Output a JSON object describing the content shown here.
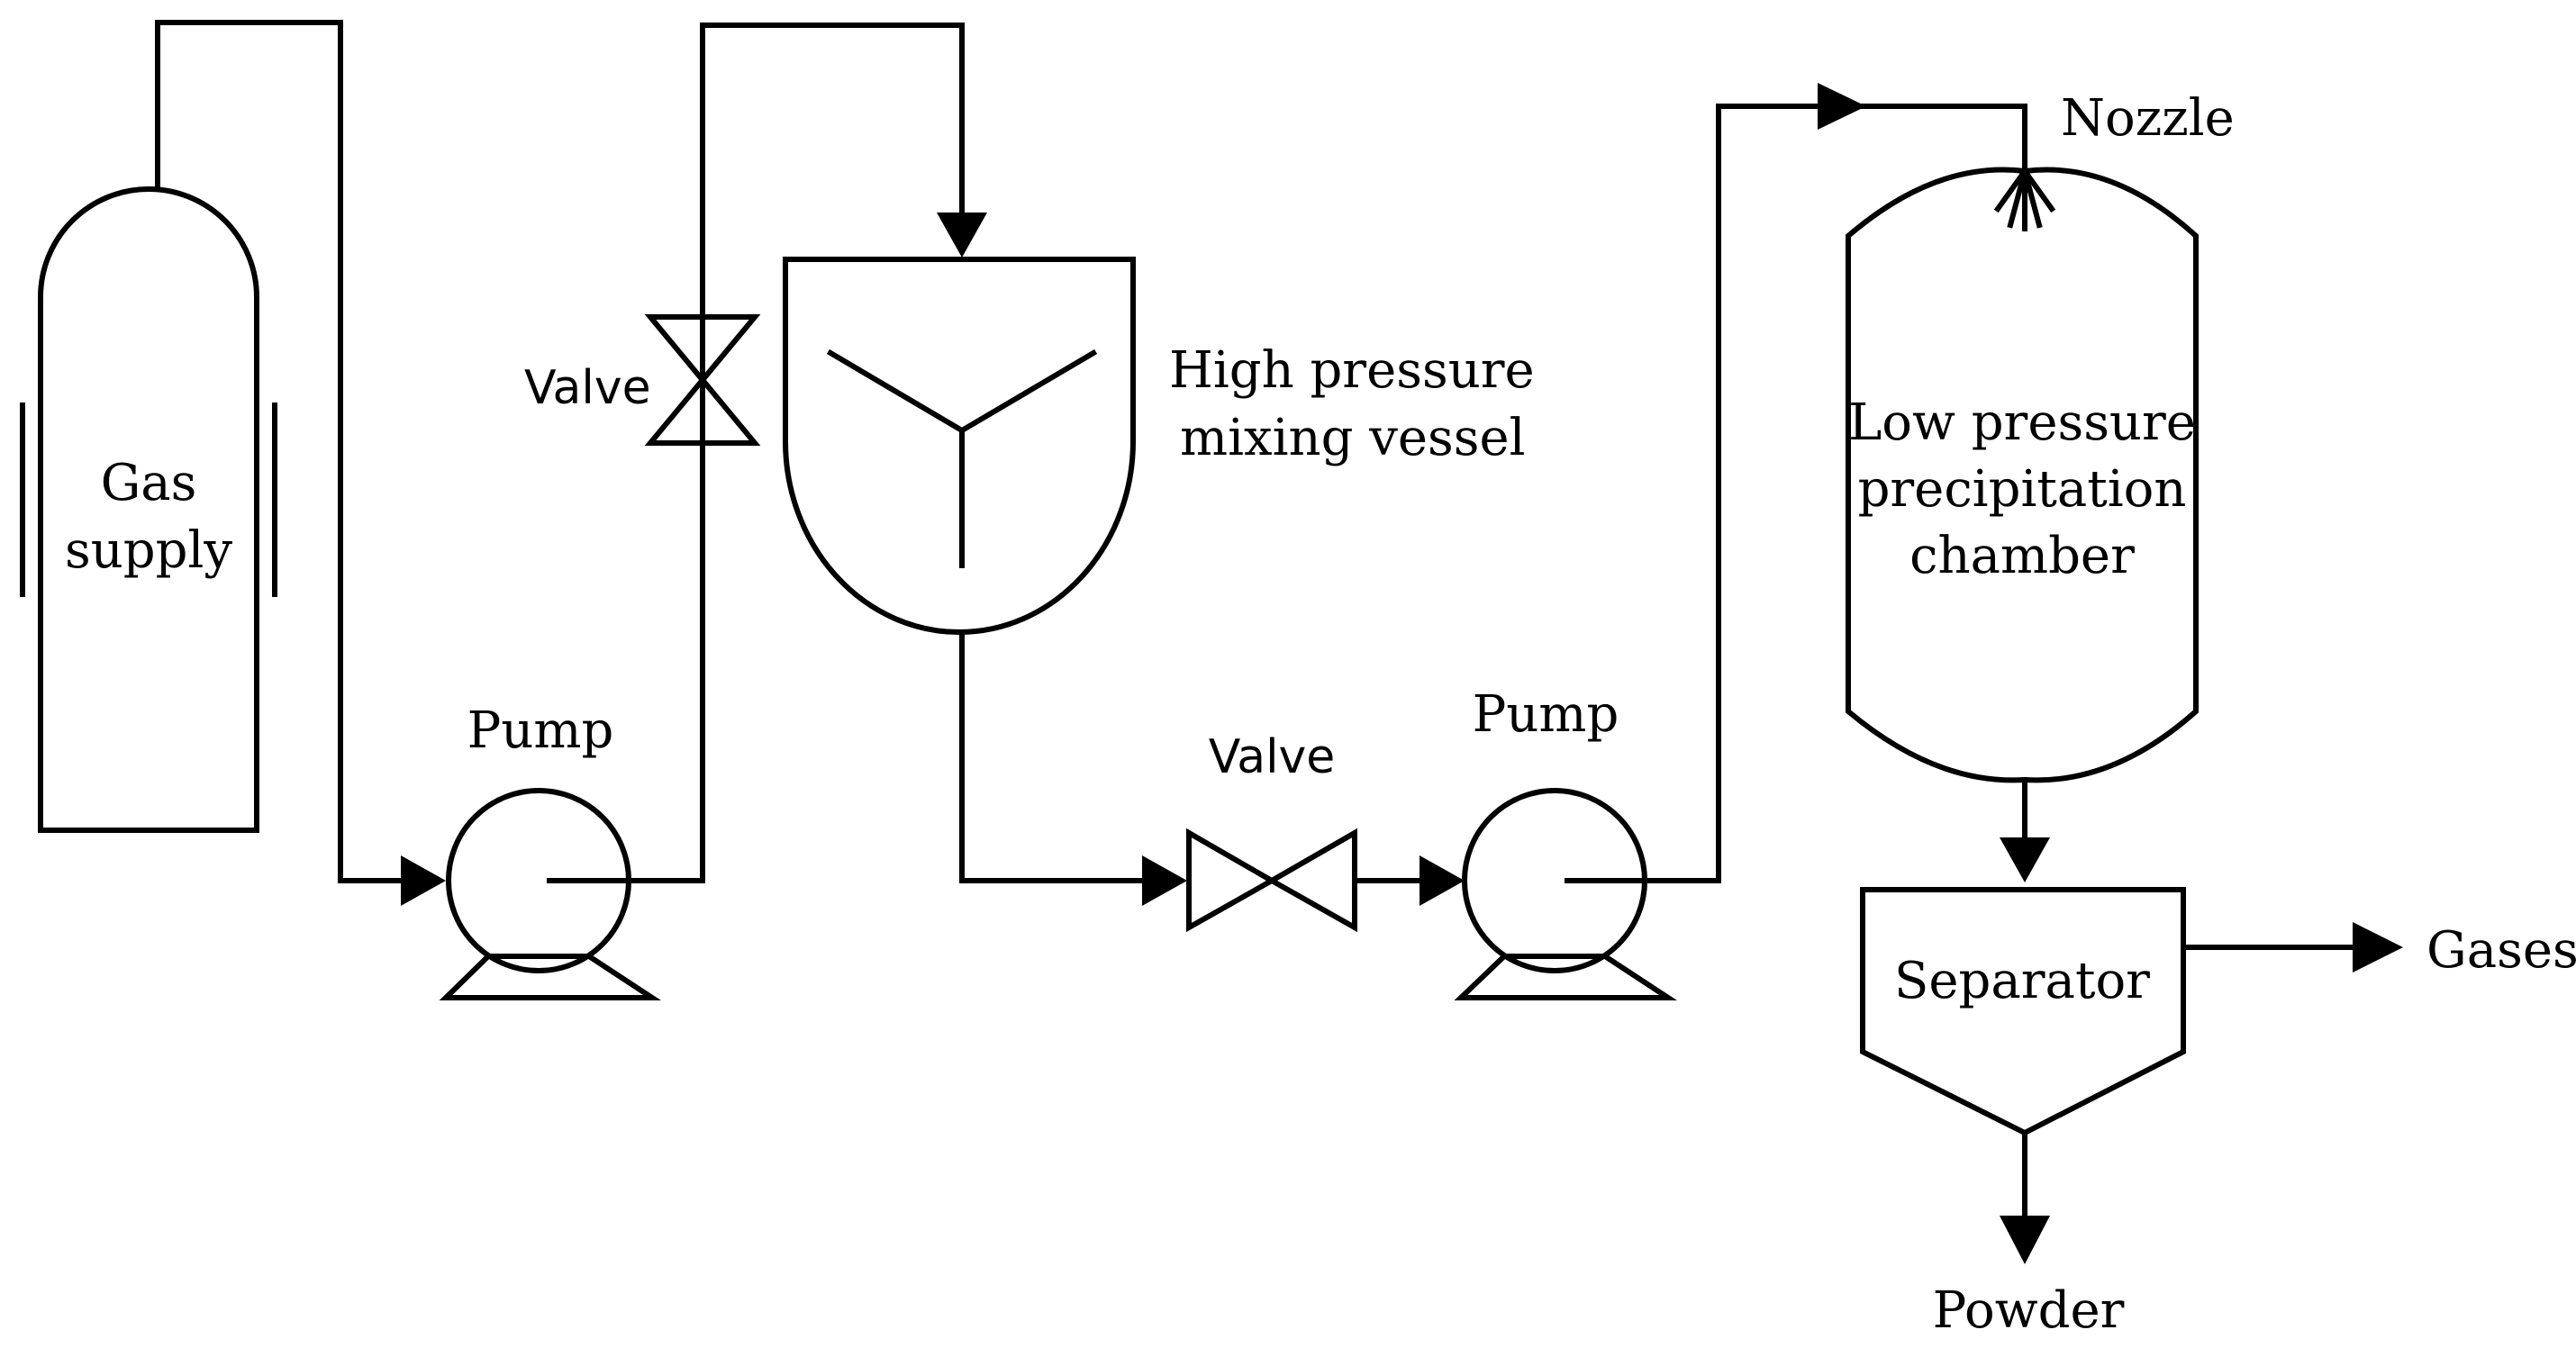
{
  "labels": {
    "gas_supply_line1": "Gas",
    "gas_supply_line2": "supply",
    "pump_1": "Pump",
    "valve_1": "Valve",
    "mixing_vessel_line1": "High pressure",
    "mixing_vessel_line2": "mixing vessel",
    "valve_2": "Valve",
    "pump_2": "Pump",
    "nozzle": "Nozzle",
    "chamber_line1": "Low pressure",
    "chamber_line2": "precipitation",
    "chamber_line3": "chamber",
    "separator": "Separator",
    "gases": "Gases",
    "powder": "Powder"
  }
}
